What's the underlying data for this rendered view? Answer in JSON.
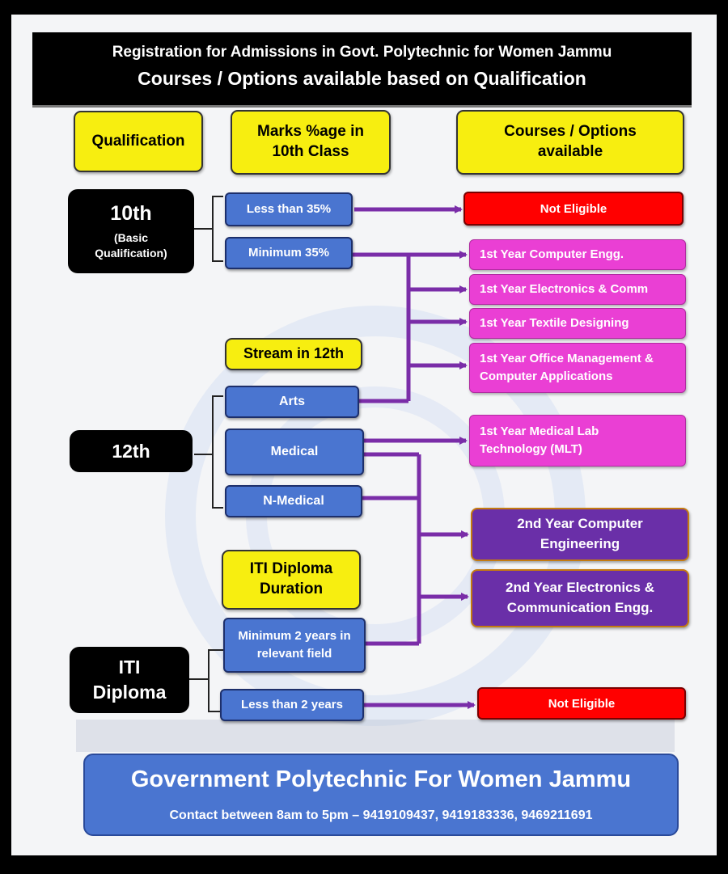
{
  "banner": {
    "line1": "Registration for Admissions in Govt. Polytechnic for Women Jammu",
    "line2": "Courses / Options available based on Qualification"
  },
  "headers": {
    "qualification": "Qualification",
    "marks": "Marks %age in 10th Class",
    "courses": "Courses / Options available"
  },
  "qualifications": {
    "tenth": {
      "title": "10th",
      "sub": "(Basic Qualification)"
    },
    "twelfth": {
      "title": "12th"
    },
    "iti": {
      "title": "ITI Diploma"
    }
  },
  "criteria": {
    "less35": "Less than 35%",
    "min35": "Minimum 35%",
    "stream_header": "Stream in 12th",
    "arts": "Arts",
    "medical": "Medical",
    "nmedical": "N-Medical",
    "iti_header": "ITI Diploma Duration",
    "min2": "Minimum 2 years in relevant field",
    "less2": "Less than 2 years"
  },
  "outcomes": {
    "not_eligible_1": "Not Eligible",
    "computer": "1st Year Computer Engg.",
    "electronics": "1st Year Electronics & Comm",
    "textile": "1st Year Textile Designing",
    "office": "1st Year Office Management & Computer Applications",
    "mlt": "1st Year Medical Lab Technology (MLT)",
    "computer2": "2nd Year Computer Engineering",
    "electronics2": "2nd Year Electronics & Communication Engg.",
    "not_eligible_2": "Not Eligible"
  },
  "footer": {
    "title": "Government Polytechnic For Women Jammu",
    "contact": "Contact between 8am to 5pm – 9419109437, 9419183336, 9469211691"
  },
  "colors": {
    "banner": "#000000",
    "header_yellow": "#f7ee10",
    "criteria_blue": "#4a75d0",
    "not_eligible_red": "#ff0000",
    "course_pink": "#ea3fd4",
    "second_year_purple": "#6a2fa8",
    "arrow_purple": "#7a2da8"
  }
}
